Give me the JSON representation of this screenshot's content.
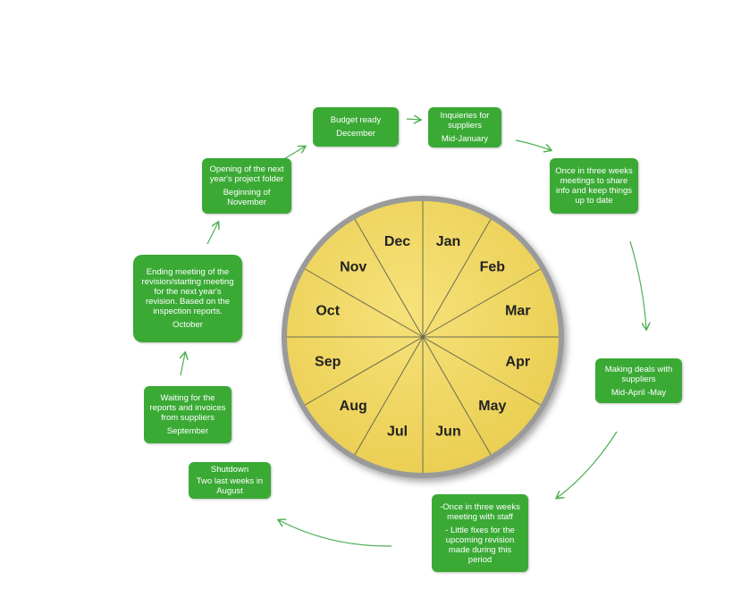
{
  "colors": {
    "box": "#3aaa35",
    "wheel_fill": "#f0d760",
    "wheel_rim": "#8a8a8a",
    "arrow": "#4caf50"
  },
  "wheel": {
    "months": [
      "Jan",
      "Feb",
      "Mar",
      "Apr",
      "May",
      "Jun",
      "Jul",
      "Aug",
      "Sep",
      "Oct",
      "Nov",
      "Dec"
    ]
  },
  "boxes": {
    "budget": {
      "title": "Budget ready",
      "sub": "December"
    },
    "inquiries": {
      "title": "Inquieries for suppliers",
      "sub": "Mid-January"
    },
    "meetings_share": {
      "title": "Once in three weeks meetings to share info and keep things up to date"
    },
    "deals": {
      "title": "Making  deals with suppliers",
      "sub": "Mid-April -May"
    },
    "staff": {
      "title": "-Once in three weeks meeting with staff",
      "sub": "- Little fixes for the upcoming revision made during this period"
    },
    "shutdown": {
      "title": "Shutdown",
      "sub": "Two last weeks in August"
    },
    "waiting": {
      "title": "Waiting for the reports and invoices from suppliers",
      "sub": "September"
    },
    "ending": {
      "title": "Ending meeting of the revision/starting meeting for the next year's revision. Based on the inspection reports.",
      "sub": "October"
    },
    "opening": {
      "title": "Opening of the next year's project folder",
      "sub": "Beginning of November"
    }
  }
}
